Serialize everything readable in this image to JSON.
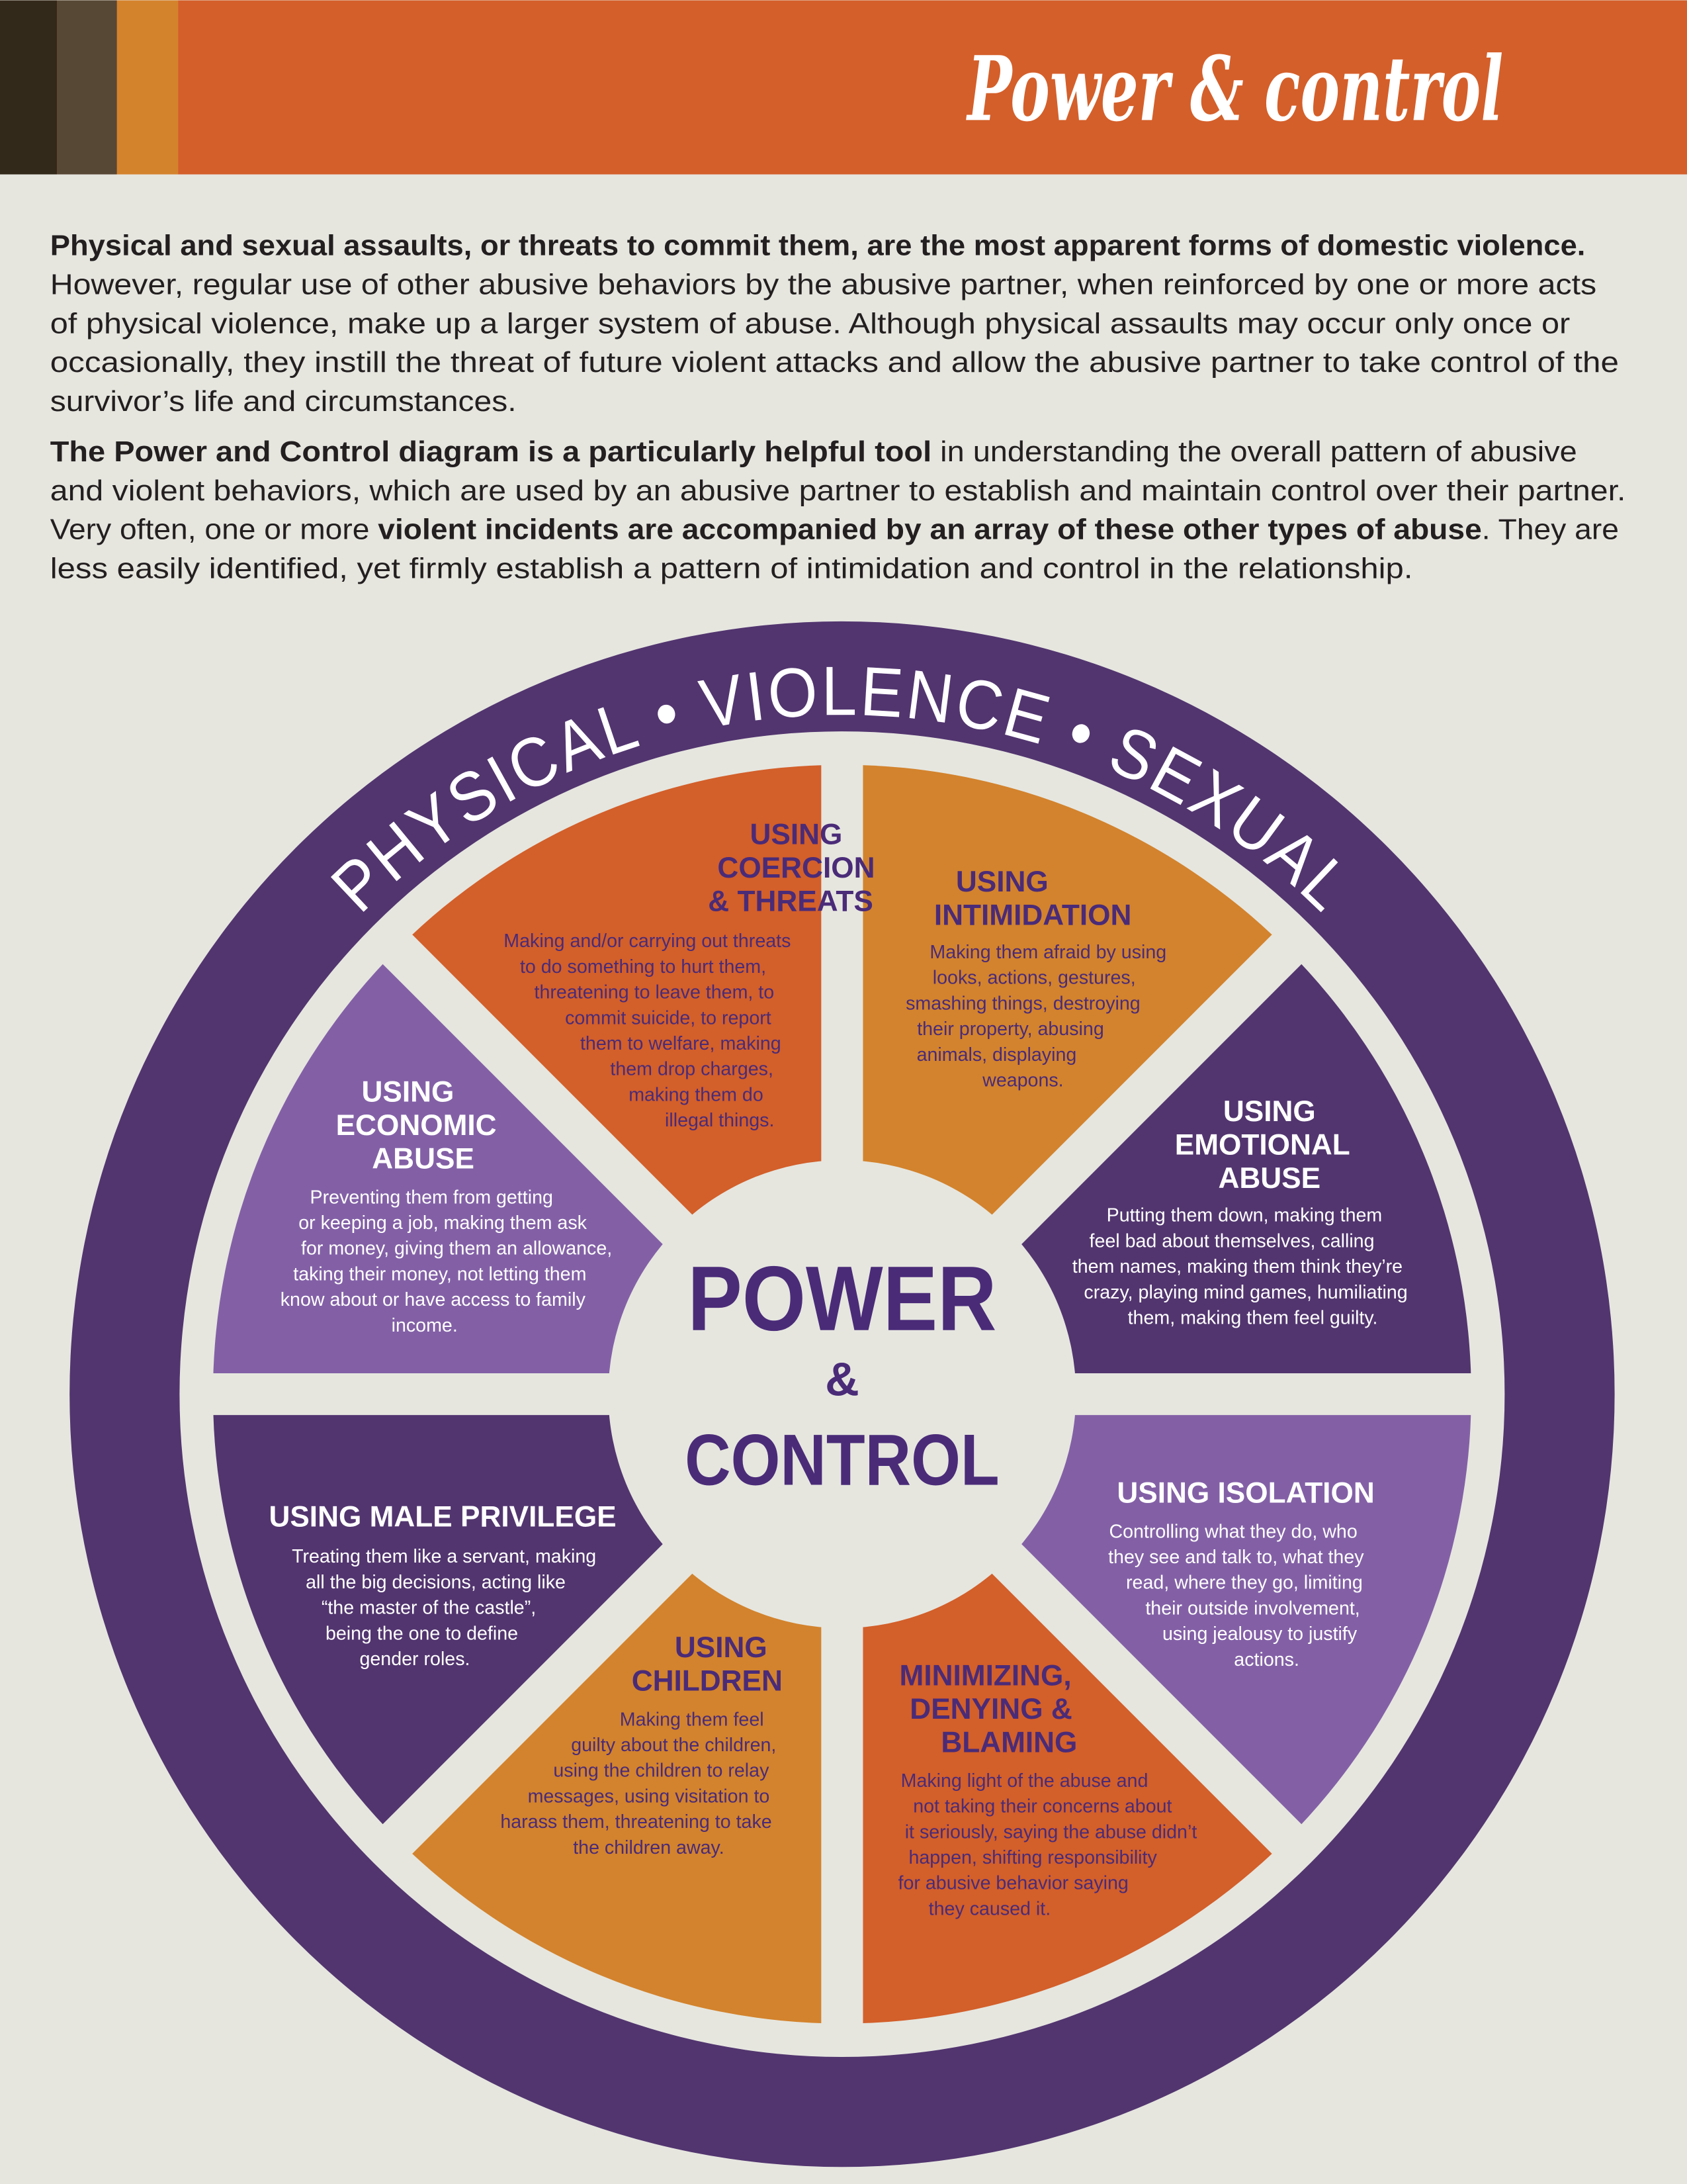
{
  "header": {
    "title": "Power & control",
    "colors": {
      "stripe1": "#33291a",
      "stripe2": "#574835",
      "stripe3": "#d4832d",
      "banner": "#d45f2a"
    }
  },
  "intro": {
    "p1": {
      "l1": "Physical and sexual assaults, or threats to commit them, are the most apparent forms of domestic violence.",
      "l2": "However, regular use of other abusive behaviors by the abusive partner, when reinforced by one or more acts",
      "l3": "of physical violence, make up a larger system of abuse. Although physical assaults may occur only once or",
      "l4": "occasionally, they instill the threat of future violent attacks and allow the abusive partner to take control of the",
      "l5": "survivor’s life and circumstances."
    },
    "p2": {
      "l1a": "The Power and Control diagram is a particularly helpful tool",
      "l1b": " in understanding the overall pattern of abusive",
      "l2": "and violent behaviors, which are used by an abusive partner to establish and maintain control over their partner.",
      "l3a": "Very often, one or more ",
      "l3b": "violent incidents are accompanied by an array of these other types of abuse",
      "l3c": ". They are",
      "l4": "less easily identified, yet firmly establish a pattern of intimidation and control in the relationship."
    }
  },
  "wheel": {
    "ring_text": "PHYSICAL • VIOLENCE • SEXUAL",
    "center": {
      "line1": "POWER",
      "line2": "&",
      "line3": "CONTROL"
    },
    "colors": {
      "ring": "#52356f",
      "orange": "#d35f2a",
      "amber": "#d3832d",
      "dark_purple": "#52356f",
      "light_purple": "#8360a6",
      "text_purple": "#4a2b78"
    },
    "segments": [
      {
        "id": "coercion",
        "color": "#d35f2a",
        "title": [
          "USING",
          "COERCION",
          "& THREATS"
        ],
        "body": [
          "Making and/or carrying out threats",
          "to do something to hurt them,",
          "threatening to leave them, to",
          "commit suicide, to report",
          "them to welfare, making",
          "them drop charges,",
          "making them do",
          "illegal things."
        ]
      },
      {
        "id": "intimidation",
        "color": "#d3832d",
        "title": [
          "USING",
          "INTIMIDATION"
        ],
        "body": [
          "Making them afraid by using",
          "looks, actions, gestures,",
          "smashing things, destroying",
          "their property, abusing",
          "animals, displaying",
          "weapons."
        ]
      },
      {
        "id": "emotional",
        "color": "#52356f",
        "title": [
          "USING",
          "EMOTIONAL",
          "ABUSE"
        ],
        "body": [
          "Putting them down, making them",
          "feel bad about themselves, calling",
          "them names, making them think they’re",
          "crazy, playing mind games, humiliating",
          "them, making them feel guilty."
        ]
      },
      {
        "id": "isolation",
        "color": "#8360a6",
        "title": [
          "USING ISOLATION"
        ],
        "body": [
          "Controlling what they do, who",
          "they see and talk to, what they",
          "read, where they go, limiting",
          "their outside involvement,",
          "using jealousy to justify",
          "actions."
        ]
      },
      {
        "id": "minimizing",
        "color": "#d35f2a",
        "title": [
          "MINIMIZING,",
          "DENYING &",
          "BLAMING"
        ],
        "body": [
          "Making light of the abuse and",
          "not taking their concerns about",
          "it seriously, saying the abuse didn’t",
          "happen, shifting responsibility",
          "for abusive behavior saying",
          "they caused it."
        ]
      },
      {
        "id": "children",
        "color": "#d3832d",
        "title": [
          "USING",
          "CHILDREN"
        ],
        "body": [
          "Making them feel",
          "guilty about the children,",
          "using the children to relay",
          "messages, using visitation to",
          "harass them, threatening to take",
          "the children away."
        ]
      },
      {
        "id": "male-privilege",
        "color": "#52356f",
        "title": [
          "USING MALE PRIVILEGE"
        ],
        "body": [
          "Treating them like a servant, making",
          "all the big decisions, acting like",
          "“the master of the castle”,",
          "being the one to define",
          "gender roles."
        ]
      },
      {
        "id": "economic",
        "color": "#8360a6",
        "title": [
          "USING",
          "ECONOMIC",
          "ABUSE"
        ],
        "body": [
          "Preventing them from getting",
          "or keeping a job, making them ask",
          "for money, giving them an allowance,",
          "taking their money, not letting them",
          "know about or have access to family",
          "income."
        ]
      }
    ]
  }
}
